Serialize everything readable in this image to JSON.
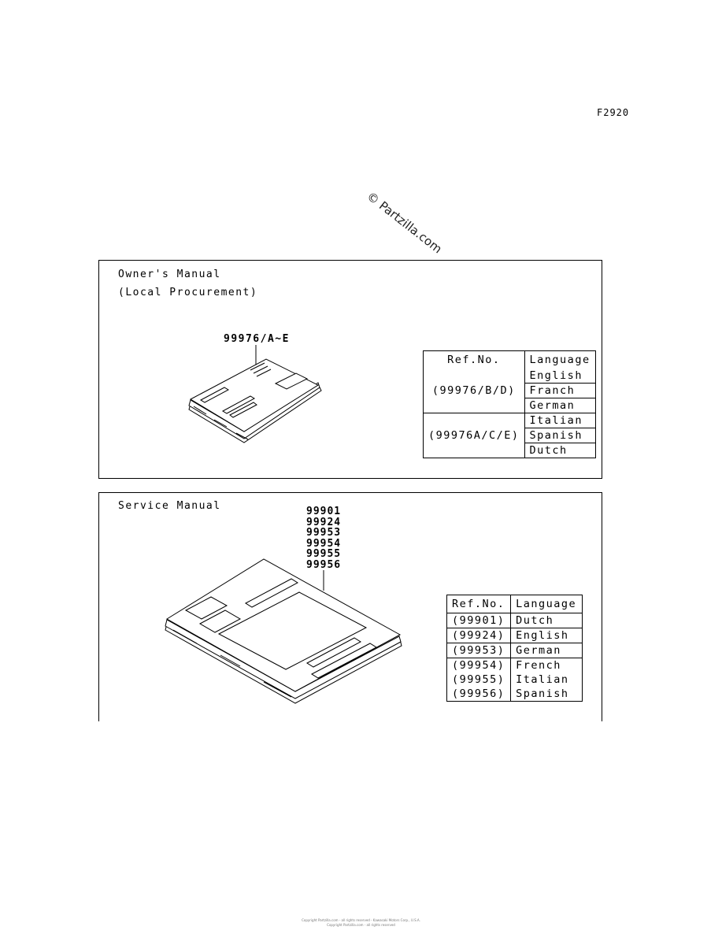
{
  "figure_code": "F2920",
  "watermark": "© Partzilla.com",
  "owners_manual": {
    "title": "Owner's Manual",
    "subtitle": "(Local Procurement)",
    "part_label": "99976/A~E",
    "table": {
      "headers": [
        "Ref.No.",
        "Language"
      ],
      "groups": [
        {
          "ref": "(99976/B/D)",
          "languages": [
            "English",
            "Franch",
            "German"
          ]
        },
        {
          "ref": "(99976A/C/E)",
          "languages": [
            "Italian",
            "Spanish",
            "Dutch"
          ]
        }
      ]
    }
  },
  "service_manual": {
    "title": "Service Manual",
    "part_numbers": [
      "99901",
      "99924",
      "99953",
      "99954",
      "99955",
      "99956"
    ],
    "table": {
      "headers": [
        "Ref.No.",
        "Language"
      ],
      "rows": [
        {
          "ref": "(99901)",
          "language": "Dutch"
        },
        {
          "ref": "(99924)",
          "language": "English"
        },
        {
          "ref": "(99953)",
          "language": "German"
        },
        {
          "ref": "(99954)",
          "language": "French"
        },
        {
          "ref": "(99955)",
          "language": "Italian"
        },
        {
          "ref": "(99956)",
          "language": "Spanish"
        }
      ]
    }
  },
  "footer": {
    "line1": "Copyright Partzilla.com - all rights reserved - Kawasaki Motors Corp., U.S.A.",
    "line2": "Copyright Partzilla.com - all rights reserved"
  }
}
